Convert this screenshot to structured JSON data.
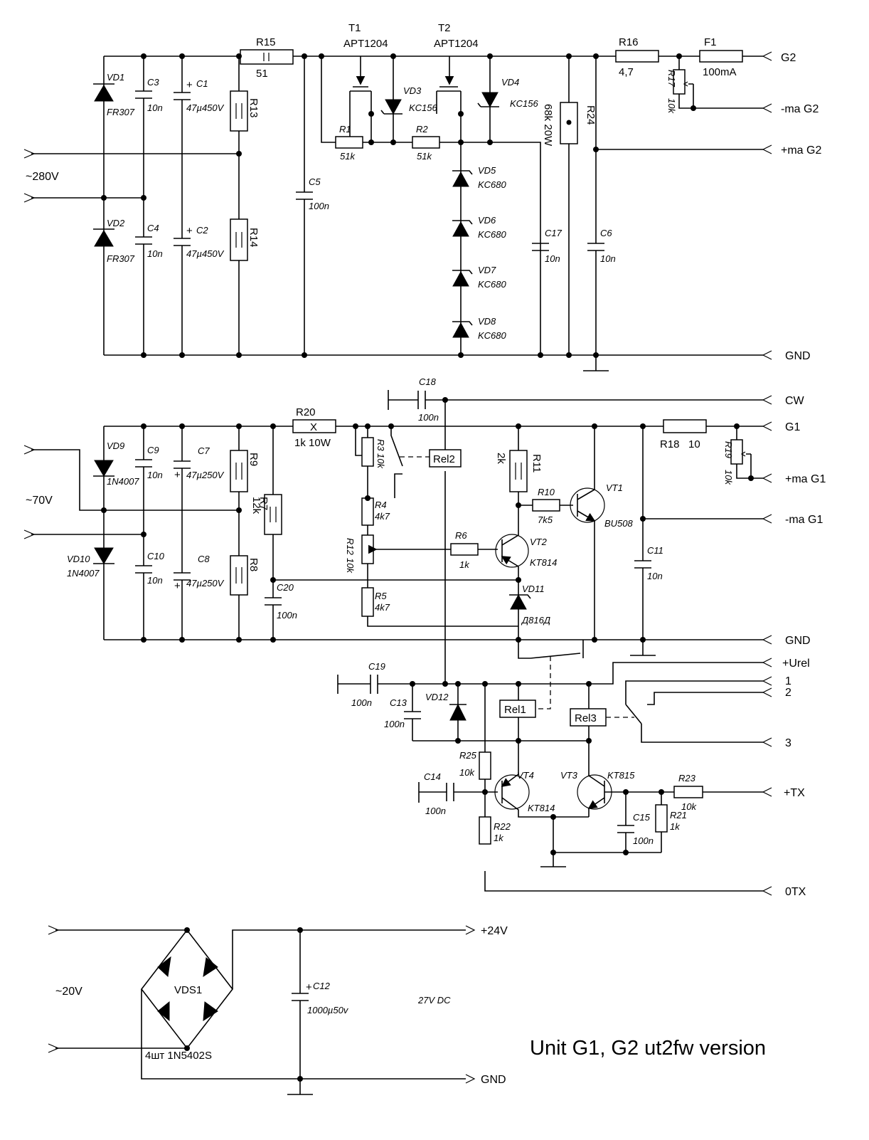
{
  "title": "Unit G1, G2 ut2fw version",
  "top_supply": {
    "input": "~280V",
    "parts": [
      {
        "ref": "VD1",
        "value": "FR307"
      },
      {
        "ref": "VD2",
        "value": "FR307"
      },
      {
        "ref": "C3",
        "value": "10n"
      },
      {
        "ref": "C4",
        "value": "10n"
      },
      {
        "ref": "C1",
        "value": "47µ450V"
      },
      {
        "ref": "C2",
        "value": "47µ450V"
      },
      {
        "ref": "R13",
        "value": ""
      },
      {
        "ref": "R14",
        "value": ""
      },
      {
        "ref": "R15",
        "value": "51"
      },
      {
        "ref": "C5",
        "value": "100n"
      },
      {
        "ref": "T1",
        "value": "APT1204"
      },
      {
        "ref": "T2",
        "value": "APT1204"
      },
      {
        "ref": "VD3",
        "value": "KC156"
      },
      {
        "ref": "VD4",
        "value": "KC156"
      },
      {
        "ref": "R1",
        "value": "51k"
      },
      {
        "ref": "R2",
        "value": "51k"
      },
      {
        "ref": "VD5",
        "value": "KC680"
      },
      {
        "ref": "VD6",
        "value": "KC680"
      },
      {
        "ref": "VD7",
        "value": "KC680"
      },
      {
        "ref": "VD8",
        "value": "KC680"
      },
      {
        "ref": "C17",
        "value": "10n"
      },
      {
        "ref": "R24",
        "value": "68k 20W"
      },
      {
        "ref": "C6",
        "value": "10n"
      },
      {
        "ref": "R16",
        "value": "4,7"
      },
      {
        "ref": "R17",
        "value": "10k"
      },
      {
        "ref": "F1",
        "value": "100mA"
      }
    ],
    "terminals": [
      "G2",
      "-ma G2",
      "+ma G2",
      "GND"
    ]
  },
  "mid_supply": {
    "input": "~70V",
    "parts": [
      {
        "ref": "VD9",
        "value": "1N4007"
      },
      {
        "ref": "VD10",
        "value": "1N4007"
      },
      {
        "ref": "C9",
        "value": "10n"
      },
      {
        "ref": "C10",
        "value": "10n"
      },
      {
        "ref": "C7",
        "value": "47µ250V"
      },
      {
        "ref": "C8",
        "value": "47µ250V"
      },
      {
        "ref": "R9",
        "value": ""
      },
      {
        "ref": "R8",
        "value": ""
      },
      {
        "ref": "R7",
        "value": "12k"
      },
      {
        "ref": "C20",
        "value": "100n"
      },
      {
        "ref": "R20",
        "value": "1k 10W"
      },
      {
        "ref": "C18",
        "value": "100n"
      },
      {
        "ref": "R3",
        "value": "10k"
      },
      {
        "ref": "Rel2",
        "value": ""
      },
      {
        "ref": "R4",
        "value": "4k7"
      },
      {
        "ref": "R12",
        "value": "10k"
      },
      {
        "ref": "R5",
        "value": "4k7"
      },
      {
        "ref": "R6",
        "value": "1k"
      },
      {
        "ref": "R11",
        "value": "2k"
      },
      {
        "ref": "R10",
        "value": "7k5"
      },
      {
        "ref": "VT1",
        "value": "BU508"
      },
      {
        "ref": "VT2",
        "value": "KT814"
      },
      {
        "ref": "VD11",
        "value": "Д816Д"
      },
      {
        "ref": "C11",
        "value": "10n"
      },
      {
        "ref": "R18",
        "value": "10"
      },
      {
        "ref": "R19",
        "value": "10k"
      }
    ],
    "r20_mark": "X",
    "terminals": [
      "CW",
      "G1",
      "+ma G1",
      "-ma G1",
      "GND"
    ]
  },
  "relay_section": {
    "parts": [
      {
        "ref": "C19",
        "value": "100n"
      },
      {
        "ref": "C13",
        "value": "100n"
      },
      {
        "ref": "VD12",
        "value": ""
      },
      {
        "ref": "Rel1",
        "value": ""
      },
      {
        "ref": "Rel3",
        "value": ""
      },
      {
        "ref": "R25",
        "value": "10k"
      },
      {
        "ref": "C14",
        "value": "100n"
      },
      {
        "ref": "R22",
        "value": "1k"
      },
      {
        "ref": "VT4",
        "value": "KT814"
      },
      {
        "ref": "VT3",
        "value": "KT815"
      },
      {
        "ref": "C15",
        "value": "100n"
      },
      {
        "ref": "R21",
        "value": "1k"
      },
      {
        "ref": "R23",
        "value": "10k"
      }
    ],
    "terminals": [
      "+Urel",
      "1",
      "2",
      "3",
      "+TX",
      "0TX"
    ]
  },
  "low_supply": {
    "input": "~20V",
    "bridge": "VDS1",
    "bridge_note": "4шт 1N5402S",
    "cap": {
      "ref": "C12",
      "value": "1000µ50v"
    },
    "note": "27V DC",
    "terminals": [
      "+24V",
      "GND"
    ]
  }
}
